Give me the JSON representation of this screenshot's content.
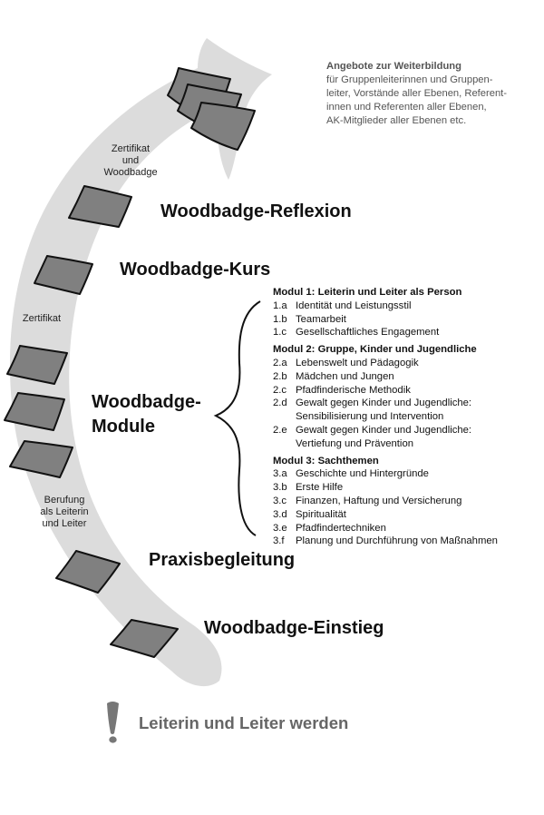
{
  "intro": {
    "title": "Angebote zur Weiterbildung",
    "lines": [
      "für Gruppenleiterinnen und Gruppen-",
      "leiter, Vorstände aller Ebenen, Referent-",
      "innen und Referenten aller Ebenen,",
      "AK-Mitglieder aller Ebenen etc."
    ]
  },
  "stages": {
    "reflexion": "Woodbadge-Reflexion",
    "kurs": "Woodbadge-Kurs",
    "module": [
      "Woodbadge-",
      "Module"
    ],
    "praxis": "Praxisbegleitung",
    "einstieg": "Woodbadge-Einstieg"
  },
  "side_labels": {
    "zertifikat_woodbadge": [
      "Zertifikat",
      "und",
      "Woodbadge"
    ],
    "zertifikat": "Zertifikat",
    "berufung": [
      "Berufung",
      "als Leiterin",
      "und Leiter"
    ]
  },
  "modules": [
    {
      "title": "Modul 1:  Leiterin und Leiter als Person",
      "items": [
        {
          "num": "1.a",
          "lines": [
            "Identität und Leistungsstil"
          ]
        },
        {
          "num": "1.b",
          "lines": [
            "Teamarbeit"
          ]
        },
        {
          "num": "1.c",
          "lines": [
            "Gesellschaftliches Engagement"
          ]
        }
      ]
    },
    {
      "title": "Modul 2:  Gruppe, Kinder und Jugendliche",
      "items": [
        {
          "num": "2.a",
          "lines": [
            "Lebenswelt und Pädagogik"
          ]
        },
        {
          "num": "2.b",
          "lines": [
            "Mädchen und Jungen"
          ]
        },
        {
          "num": "2.c",
          "lines": [
            "Pfadfinderische Methodik"
          ]
        },
        {
          "num": "2.d",
          "lines": [
            "Gewalt gegen Kinder und Jugendliche:",
            "Sensibilisierung und Intervention"
          ]
        },
        {
          "num": "2.e",
          "lines": [
            "Gewalt gegen Kinder und Jugendliche:",
            "Vertiefung und Prävention"
          ]
        }
      ]
    },
    {
      "title": "Modul 3:  Sachthemen",
      "items": [
        {
          "num": "3.a",
          "lines": [
            "Geschichte und Hintergründe"
          ]
        },
        {
          "num": "3.b",
          "lines": [
            "Erste Hilfe"
          ]
        },
        {
          "num": "3.c",
          "lines": [
            "Finanzen, Haftung und Versicherung"
          ]
        },
        {
          "num": "3.d",
          "lines": [
            "Spiritualität"
          ]
        },
        {
          "num": "3.e",
          "lines": [
            "Pfadfindertechniken"
          ]
        },
        {
          "num": "3.f",
          "lines": [
            "Planung und Durchführung von Maßnahmen"
          ]
        }
      ]
    }
  ],
  "final": {
    "symbol": "!",
    "label": "Leiterin und Leiter werden"
  },
  "colors": {
    "arrow": "#dcdcdc",
    "diamond_fill": "#808080",
    "diamond_stroke": "#111111",
    "final_text": "#666666"
  }
}
